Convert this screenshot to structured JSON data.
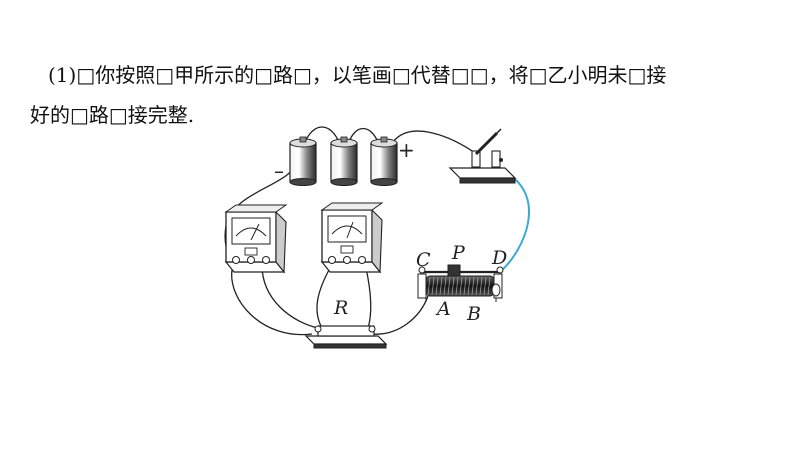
{
  "question": {
    "line1": "(1)□你按照□甲所示的□路□，以笔画□代替□□，将□乙小明未□接",
    "line2": "好的□路□接完整."
  },
  "diagram": {
    "labels": {
      "minus": "–",
      "plus": "+",
      "resistor": "R",
      "c": "C",
      "p": "P",
      "d": "D",
      "a": "A",
      "b": "B"
    },
    "colors": {
      "wire": "#222222",
      "blue_wire": "#3aa9d8",
      "outline": "#222222"
    }
  }
}
